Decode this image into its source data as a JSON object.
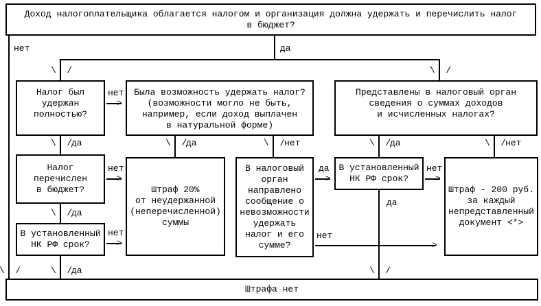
{
  "labels": {
    "yes": "да",
    "no": "нет"
  },
  "glyphs": {
    "arrow_down": "\\  /",
    "arrow_right": ">"
  },
  "colors": {
    "line": "#000000",
    "background": "#ffffff",
    "text": "#000000"
  },
  "nodes": {
    "start": [
      "Доход налогоплательщика облагается налогом и организация должна удержать и перечислить налог",
      "в бюджет?"
    ],
    "tax_withheld": [
      "Налог был",
      "удержан",
      "полностью?"
    ],
    "could_withhold": [
      "Была возможность удержать налог?",
      "(возможности могло не быть,",
      "например, если доход выплачен",
      "в натуральной форме)"
    ],
    "info_submitted": [
      "Представлены в налоговый орган",
      "сведения о суммах доходов",
      "и исчисленных налогах?"
    ],
    "tax_remitted": [
      "Налог",
      "перечислен",
      "в бюджет?"
    ],
    "deadline_left": [
      "В установленный",
      "НК РФ срок?"
    ],
    "fine_20": [
      "Штраф 20%",
      "от неудержанной",
      "(неперечисленной)",
      "суммы"
    ],
    "message_sent": [
      "В налоговый",
      "орган",
      "направлено",
      "сообщение о",
      "невозможности",
      "удержать",
      "налог и его",
      "сумме?"
    ],
    "deadline_right": [
      "В установленный",
      "НК РФ срок?"
    ],
    "fine_200": [
      "Штраф - 200 руб.",
      "за каждый",
      "непредставленный",
      "документ  <*>"
    ],
    "no_fine": [
      "Штрафа нет"
    ]
  }
}
